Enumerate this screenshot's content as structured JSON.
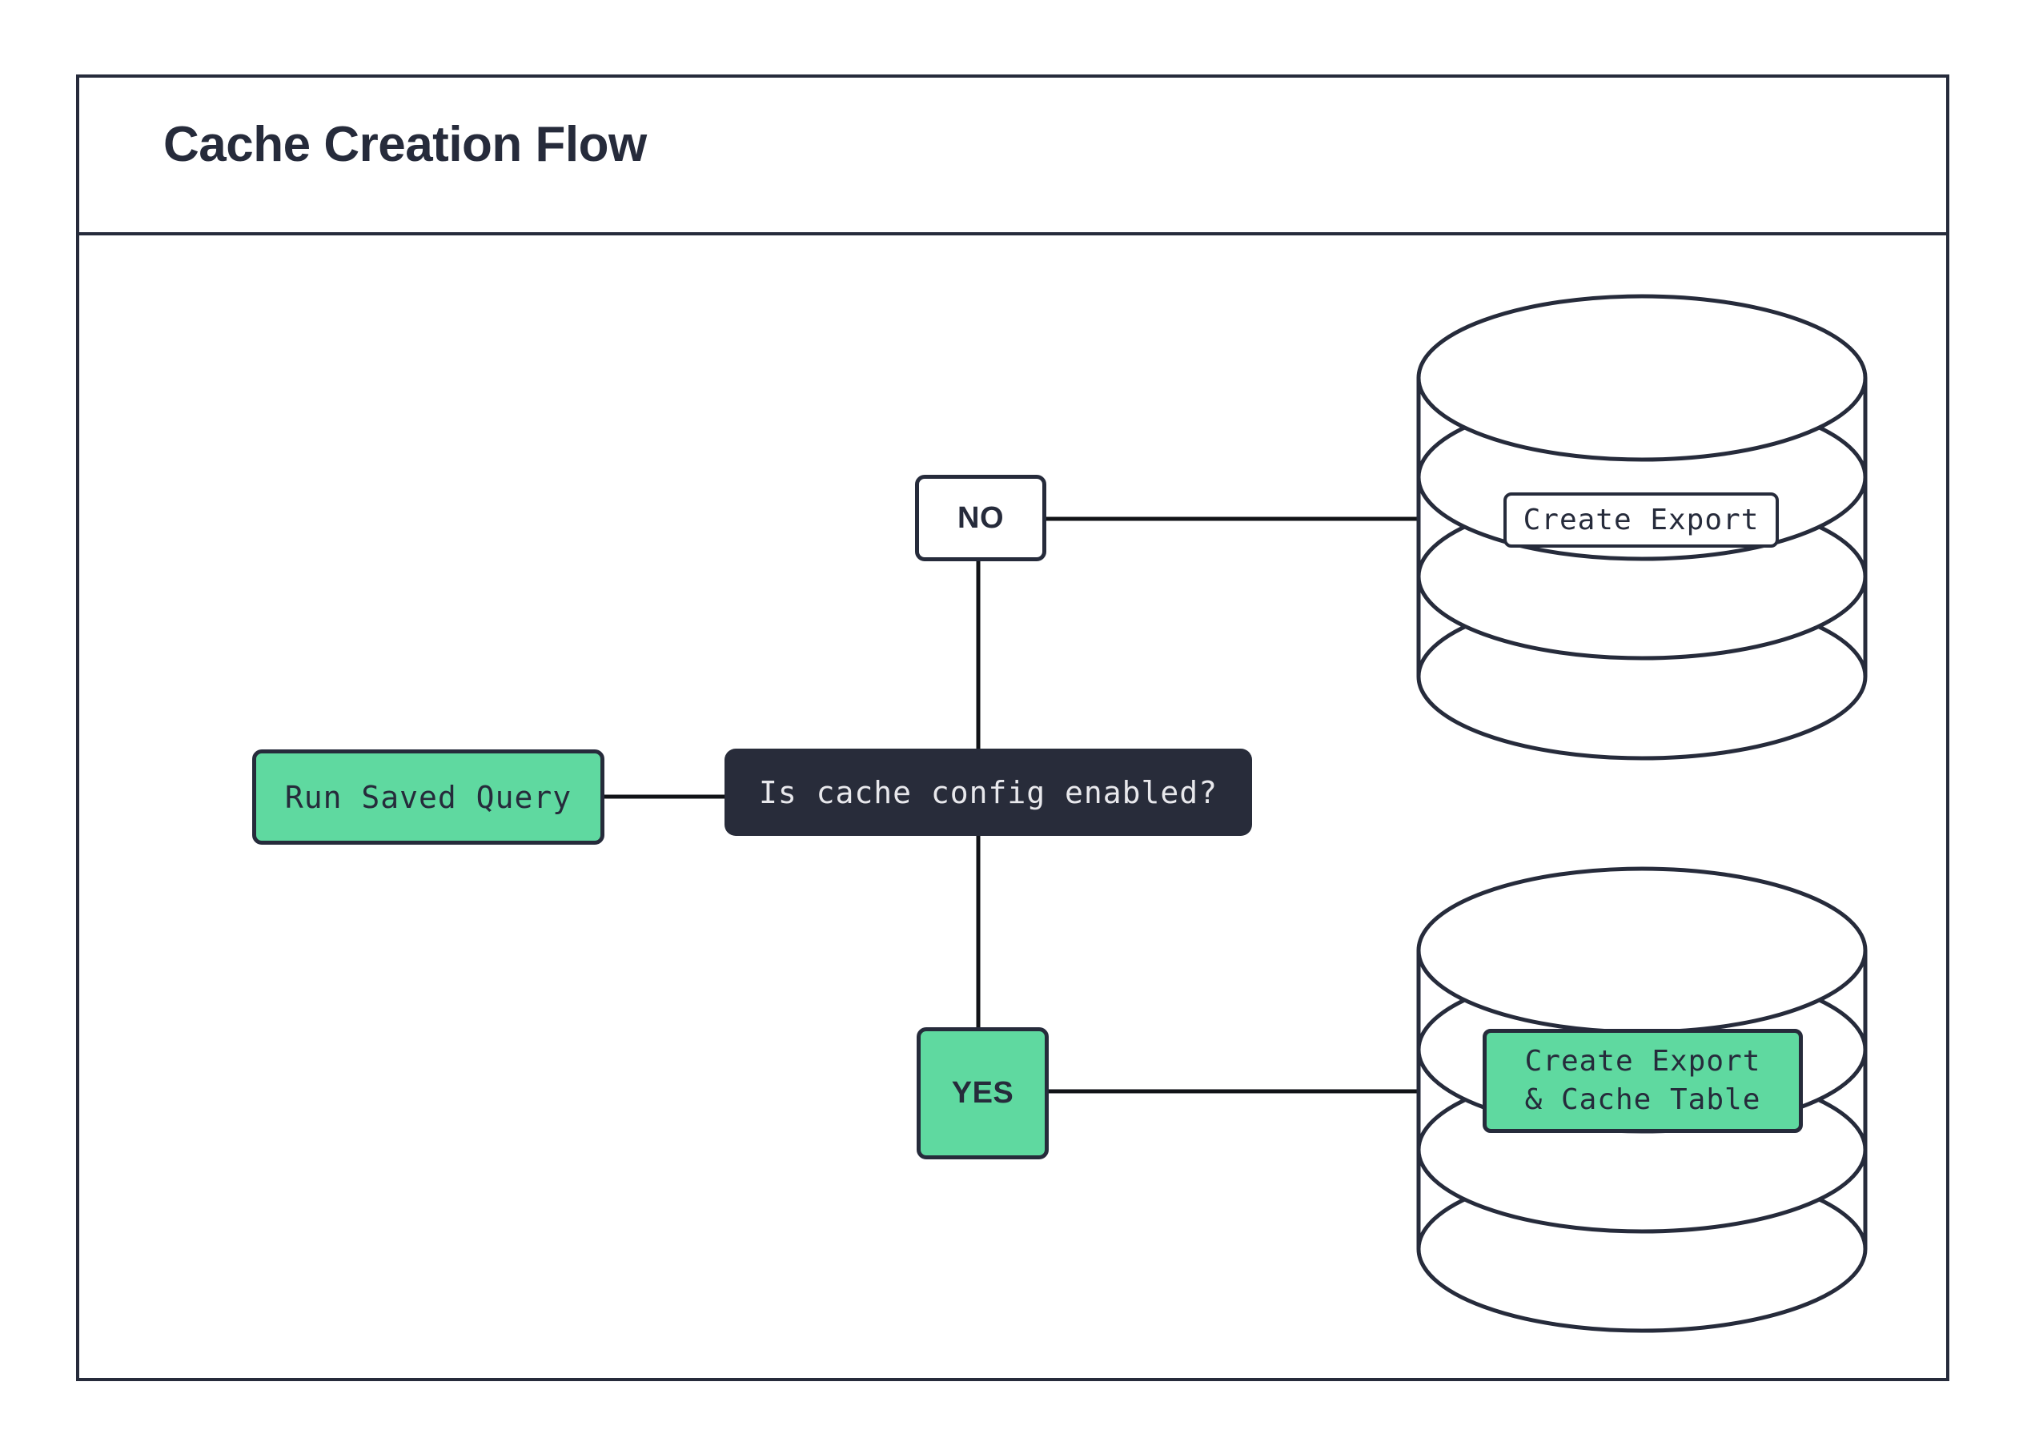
{
  "diagram": {
    "title": "Cache Creation Flow",
    "type": "flowchart",
    "colors": {
      "ink": "#262B3B",
      "dark_node_fill": "#282C3A",
      "dark_node_text": "#E8E8EC",
      "accent_green": "#5FD9A0",
      "canvas": "#FFFFFF"
    },
    "nodes": [
      {
        "id": "run-saved-query",
        "label": "Run Saved Query",
        "shape": "rounded-rect",
        "style": "green"
      },
      {
        "id": "decision",
        "label": "Is cache config enabled?",
        "shape": "rounded-rect",
        "style": "dark"
      },
      {
        "id": "no",
        "label": "NO",
        "shape": "rounded-rect",
        "style": "white"
      },
      {
        "id": "yes",
        "label": "YES",
        "shape": "rounded-rect",
        "style": "green"
      },
      {
        "id": "create-export",
        "label": "Create Export",
        "shape": "database-cylinder",
        "style": "white"
      },
      {
        "id": "create-export-cache-table",
        "label_line_1": "Create Export",
        "label_line_2": "& Cache Table",
        "shape": "database-cylinder",
        "style": "green"
      }
    ],
    "edges": [
      {
        "from": "run-saved-query",
        "to": "decision"
      },
      {
        "from": "decision",
        "to": "no"
      },
      {
        "from": "decision",
        "to": "yes"
      },
      {
        "from": "no",
        "to": "create-export"
      },
      {
        "from": "yes",
        "to": "create-export-cache-table"
      }
    ]
  }
}
